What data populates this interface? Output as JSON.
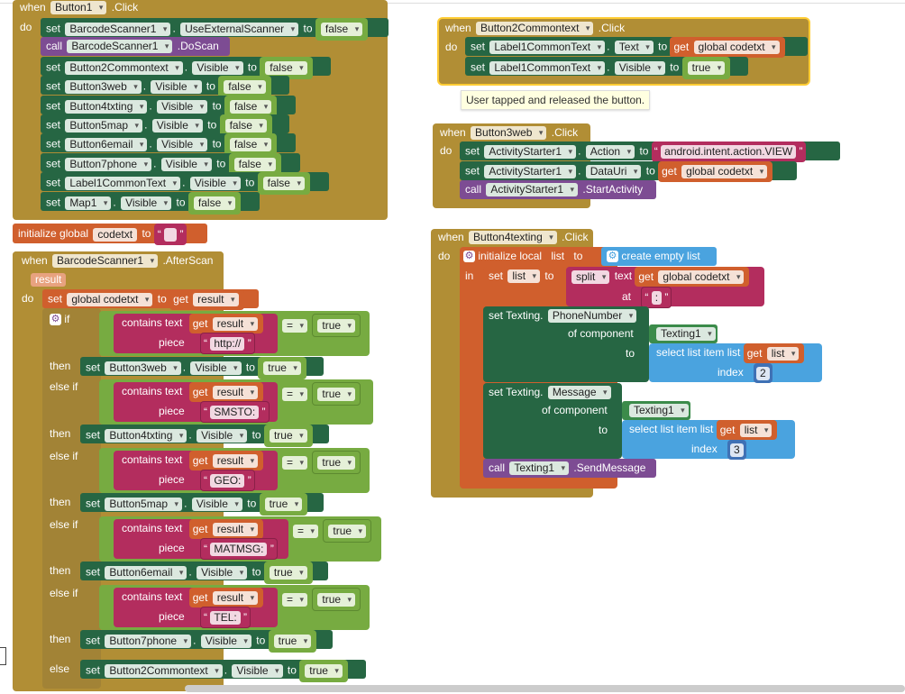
{
  "kw": {
    "when": "when",
    "do": "do",
    "set": "set",
    "call": "call",
    "to": "to",
    "get": "get",
    "if": "if",
    "then": "then",
    "else_if": "else if",
    "else": "else",
    "in": "in",
    "at": "at",
    "piece": "piece",
    "contains_text": "contains text",
    "text": "text",
    "index": "index",
    "of_component": "of component",
    "select_list_item": "select list item",
    "list": "list",
    "initialize_global": "initialize global",
    "initialize_local": "initialize local",
    "create_empty_list": "create empty list",
    "split": "split",
    "eq": "="
  },
  "button1_click": {
    "component": "Button1",
    "event": ".Click",
    "rows": [
      {
        "kind": "set",
        "component": "BarcodeScanner1",
        "prop": "UseExternalScanner",
        "value": "false"
      },
      {
        "kind": "call",
        "component": "BarcodeScanner1",
        "method": ".DoScan"
      },
      {
        "kind": "set",
        "component": "Button2Commontext",
        "prop": "Visible",
        "value": "false"
      },
      {
        "kind": "set",
        "component": "Button3web",
        "prop": "Visible",
        "value": "false"
      },
      {
        "kind": "set",
        "component": "Button4txting",
        "prop": "Visible",
        "value": "false"
      },
      {
        "kind": "set",
        "component": "Button5map",
        "prop": "Visible",
        "value": "false"
      },
      {
        "kind": "set",
        "component": "Button6email",
        "prop": "Visible",
        "value": "false"
      },
      {
        "kind": "set",
        "component": "Button7phone",
        "prop": "Visible",
        "value": "false"
      },
      {
        "kind": "set",
        "component": "Label1CommonText",
        "prop": "Visible",
        "value": "false"
      },
      {
        "kind": "set",
        "component": "Map1",
        "prop": "Visible",
        "value": "false"
      }
    ]
  },
  "global_init": {
    "name": "codetxt",
    "value": ""
  },
  "after_scan": {
    "component": "BarcodeScanner1",
    "event": ".AfterScan",
    "param": "result",
    "set_global": {
      "var": "global codetxt",
      "get": "result"
    },
    "branches": [
      {
        "piece": "http://",
        "target": "Button3web"
      },
      {
        "piece": "SMSTO:",
        "target": "Button4txting"
      },
      {
        "piece": "GEO:",
        "target": "Button5map"
      },
      {
        "piece": "MATMSG:",
        "target": "Button6email"
      },
      {
        "piece": "TEL:",
        "target": "Button7phone"
      }
    ],
    "else_target": "Button2Commontext",
    "prop": "Visible",
    "true_value": "true"
  },
  "button2_click": {
    "component": "Button2Commontext",
    "event": ".Click",
    "rows": [
      {
        "component": "Label1CommonText",
        "prop": "Text",
        "get": "global codetxt"
      },
      {
        "component": "Label1CommonText",
        "prop": "Visible",
        "value": "true"
      }
    ],
    "tooltip": "User tapped and released the button."
  },
  "button3_click": {
    "component": "Button3web",
    "event": ".Click",
    "action_row": {
      "component": "ActivityStarter1",
      "prop": "Action",
      "value": "android.intent.action.VIEW"
    },
    "datauri_row": {
      "component": "ActivityStarter1",
      "prop": "DataUri",
      "get": "global codetxt"
    },
    "call_row": {
      "component": "ActivityStarter1",
      "method": ".StartActivity"
    }
  },
  "button4_click": {
    "component": "Button4texting",
    "event": ".Click",
    "local_var": "list",
    "split_get": "global codetxt",
    "split_at": ":",
    "phone": {
      "component_type": "Texting",
      "prop": "PhoneNumber",
      "component": "Texting1",
      "index": "2"
    },
    "message": {
      "component_type": "Texting",
      "prop": "Message",
      "component": "Texting1",
      "index": "3"
    },
    "call": {
      "component": "Texting1",
      "method": ".SendMessage"
    }
  }
}
